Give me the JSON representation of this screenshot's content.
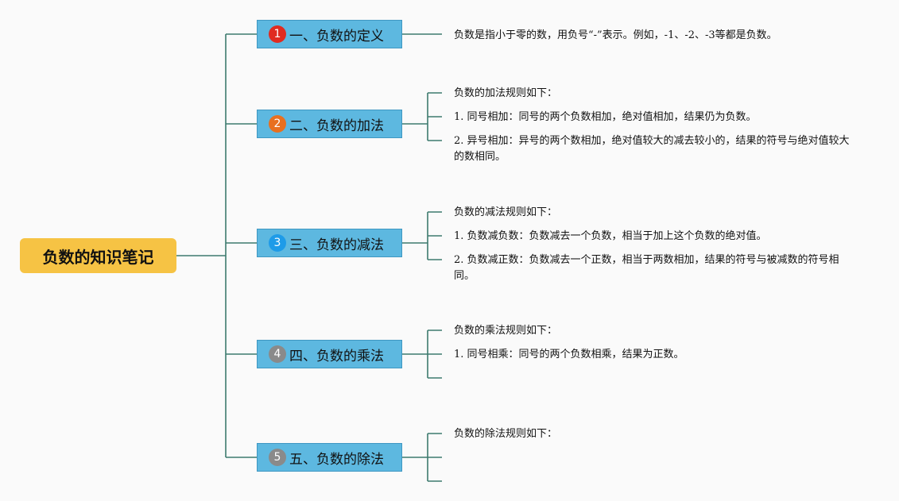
{
  "root": {
    "title": "负数的知识笔记",
    "color": "#f6c344"
  },
  "line_color": "#3d7a6e",
  "branches": [
    {
      "num": "1",
      "num_color": "#e02b20",
      "label": "一、负数的定义",
      "leaves": [
        "负数是指小于零的数，用负号“-”表示。例如，-1、-2、-3等都是负数。"
      ]
    },
    {
      "num": "2",
      "num_color": "#e8701f",
      "label": "二、负数的加法",
      "leaves": [
        "负数的加法规则如下：",
        "1. 同号相加：同号的两个负数相加，绝对值相加，结果仍为负数。",
        "2. 异号相加：异号的两个数相加，绝对值较大的减去较小的，结果的符号与绝对值较大的数相同。"
      ]
    },
    {
      "num": "3",
      "num_color": "#1e9be8",
      "label": "三、负数的减法",
      "leaves": [
        "负数的减法规则如下：",
        "1. 负数减负数：负数减去一个负数，相当于加上这个负数的绝对值。",
        "2. 负数减正数：负数减去一个正数，相当于两数相加，结果的符号与被减数的符号相同。"
      ]
    },
    {
      "num": "4",
      "num_color": "#8a8a8a",
      "label": "四、负数的乘法",
      "leaves": [
        "负数的乘法规则如下：",
        "1. 同号相乘：同号的两个负数相乘，结果为正数。",
        ""
      ]
    },
    {
      "num": "5",
      "num_color": "#8a8a8a",
      "label": "五、负数的除法",
      "leaves": [
        "负数的除法规则如下：",
        "",
        ""
      ]
    }
  ]
}
